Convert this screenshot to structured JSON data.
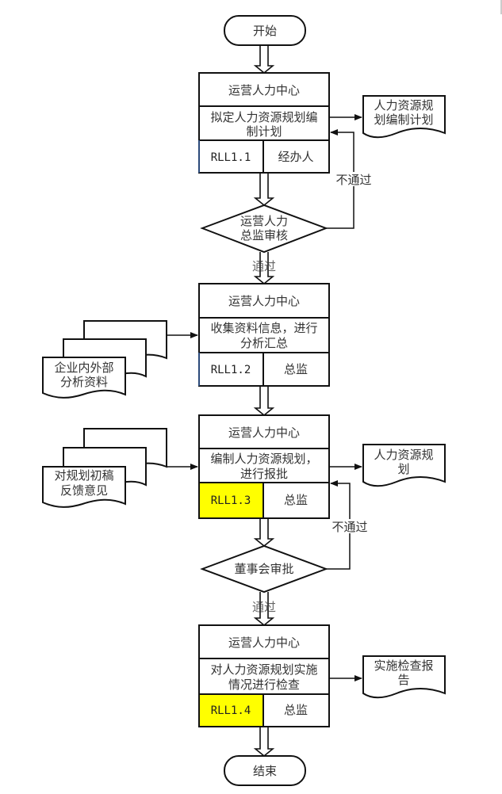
{
  "start": {
    "label": "开始"
  },
  "end": {
    "label": "结束"
  },
  "colors": {
    "highlight": "#ffff00",
    "line": "#111111",
    "code_border": "#2b4a7a"
  },
  "steps": [
    {
      "dept": "运营人力中心",
      "task_lines": [
        "拟定人力资源规划编",
        "制计划"
      ],
      "code": "RLL1.1",
      "role": "经办人",
      "highlight": false
    },
    {
      "dept": "运营人力中心",
      "task_lines": [
        "收集资料信息，进行",
        "分析汇总"
      ],
      "code": "RLL1.2",
      "role": "总监",
      "highlight": false
    },
    {
      "dept": "运营人力中心",
      "task_lines": [
        "编制人力资源规划，",
        "进行报批"
      ],
      "code": "RLL1.3",
      "role": "总监",
      "highlight": true
    },
    {
      "dept": "运营人力中心",
      "task_lines": [
        "对人力资源规划实施",
        "情况进行检查"
      ],
      "code": "RLL1.4",
      "role": "总监",
      "highlight": true
    }
  ],
  "decisions": [
    {
      "lines": [
        "运营人力",
        "总监审核"
      ],
      "pass_label": "通过",
      "fail_label": "不通过"
    },
    {
      "lines": [
        "董事会审批"
      ],
      "pass_label": "通过",
      "fail_label": "不通过"
    }
  ],
  "outputs": [
    {
      "lines": [
        "人力资源规",
        "划编制计划"
      ]
    },
    {
      "lines": [
        "人力资源规",
        "划"
      ]
    },
    {
      "lines": [
        "实施检查报",
        "告"
      ]
    }
  ],
  "inputs": [
    {
      "lines": [
        "企业内外部",
        "分析资料"
      ]
    },
    {
      "lines": [
        "对规划初稿",
        "反馈意见"
      ]
    }
  ]
}
